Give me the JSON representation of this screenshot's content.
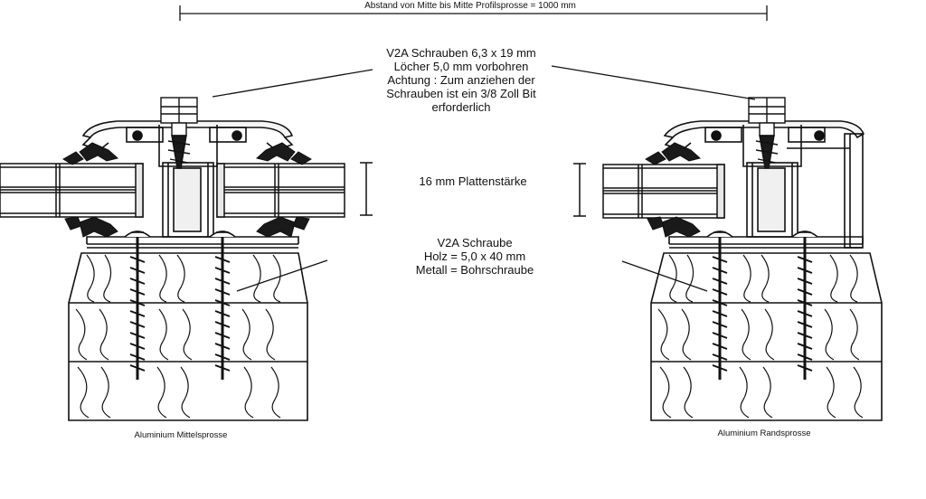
{
  "dimension": {
    "label": "Abstand von Mitte bis Mitte Profilsprosse = 1000 mm"
  },
  "callouts": {
    "screw_top": {
      "lines": [
        "V2A Schrauben 6,3 x 19 mm",
        "Löcher 5,0 mm vorbohren",
        "Achtung : Zum anziehen der",
        "Schrauben ist ein 3/8 Zoll Bit",
        "erforderlich"
      ]
    },
    "panel_thickness": {
      "label": "16 mm Plattenstärke"
    },
    "screw_bottom": {
      "lines": [
        "V2A Schraube",
        "Holz = 5,0 x 40 mm",
        "Metall = Bohrschraube"
      ]
    }
  },
  "captions": {
    "left": "Aluminium Mittelsprosse",
    "right": "Aluminium Randsprosse"
  },
  "colors": {
    "line": "#111111",
    "fill_dark": "#1a1a1a",
    "background": "#ffffff"
  }
}
